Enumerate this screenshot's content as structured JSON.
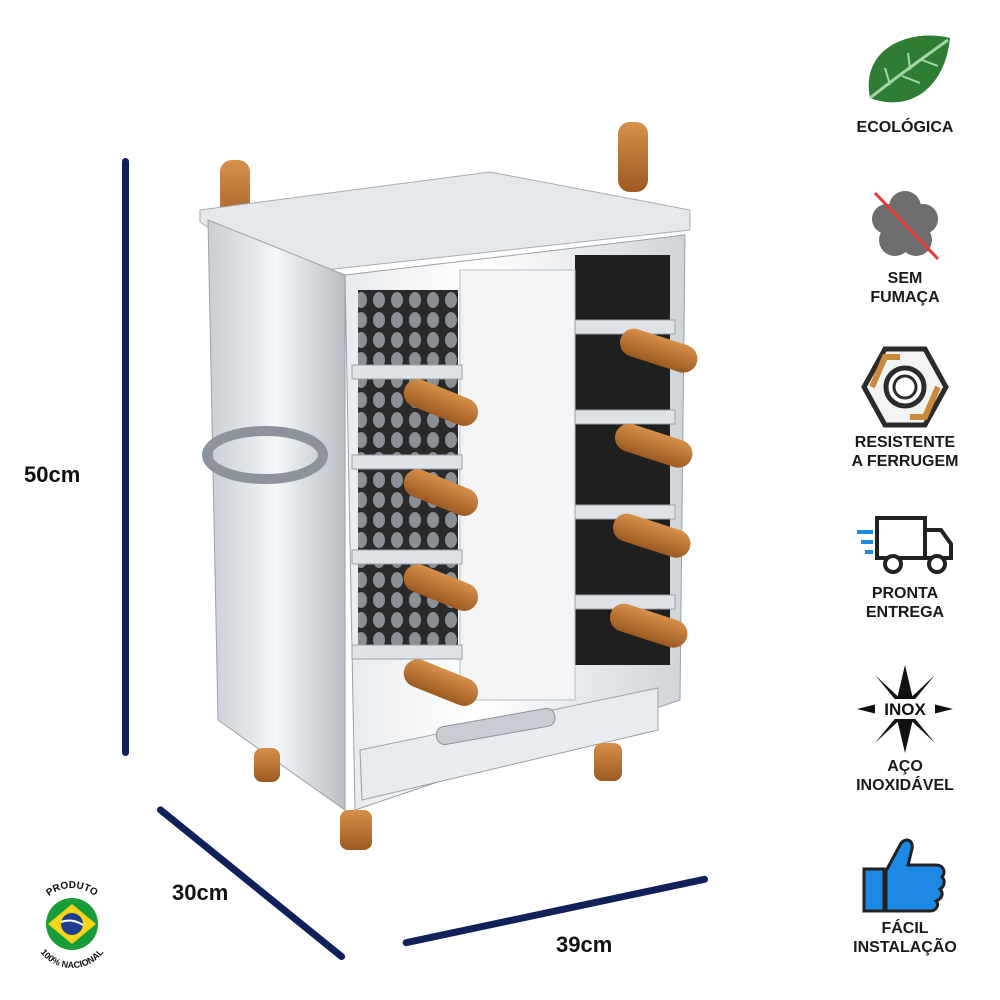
{
  "dimensions": {
    "height": "50cm",
    "depth": "30cm",
    "width": "39cm"
  },
  "badges": [
    {
      "icon": "leaf-icon",
      "line1": "ECOLÓGICA",
      "line2": ""
    },
    {
      "icon": "no-smoke-icon",
      "line1": "SEM",
      "line2": "FUMAÇA"
    },
    {
      "icon": "nut-icon",
      "line1": "RESISTENTE",
      "line2": "A FERRUGEM"
    },
    {
      "icon": "delivery-truck-icon",
      "line1": "PRONTA",
      "line2": "ENTREGA"
    },
    {
      "icon": "inox-star-icon",
      "line1": "AÇO",
      "line2": "INOXIDÁVEL",
      "icon_text": "INOX"
    },
    {
      "icon": "thumbs-up-icon",
      "line1": "FÁCIL",
      "line2": "INSTALAÇÃO"
    }
  ],
  "seal": {
    "top_text": "PRODUTO",
    "bottom_text": "100% NACIONAL"
  },
  "colors": {
    "dimension_line": "#10205a",
    "leaf_green": "#2e7d32",
    "thumb_blue": "#1e88e5",
    "wood": "#b06a2c",
    "steel": "#d9dde2"
  }
}
